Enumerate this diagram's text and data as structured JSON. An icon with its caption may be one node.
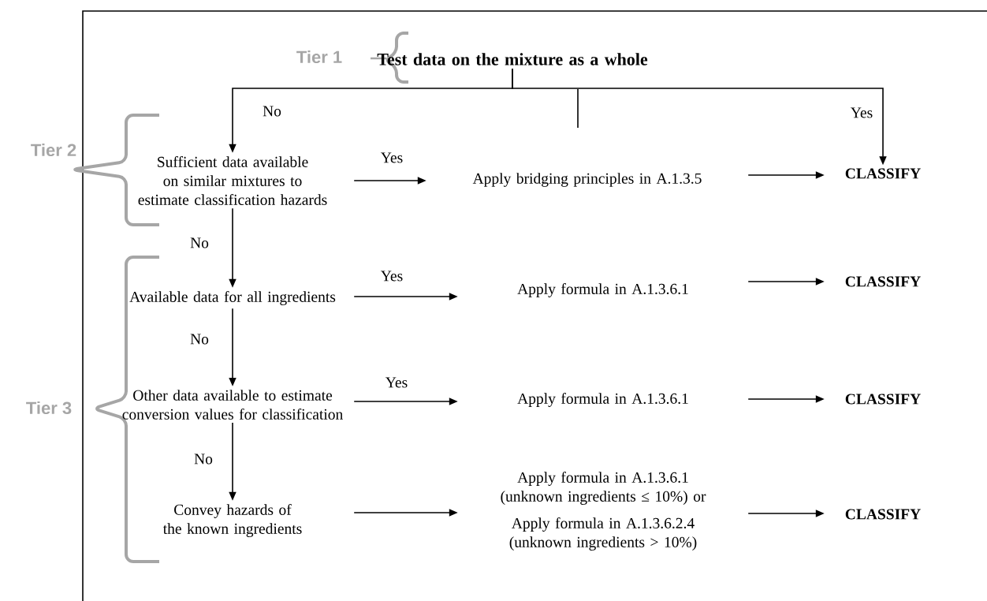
{
  "diagram": {
    "nodes": [
      {
        "text": [
          "Test data on the mixture as a whole"
        ]
      },
      {
        "text": [
          "Sufficient data available on similar mixtures to estimate classification hazards"
        ]
      },
      {
        "text": [
          "Apply bridging principles in A.1.3.5"
        ]
      },
      {
        "text": [
          "CLASSIFY"
        ]
      },
      {
        "text": [
          "Available data for all ingredients"
        ]
      },
      {
        "text": [
          "Apply formula in A.1.3.6.1"
        ]
      },
      {
        "text": [
          "CLASSIFY"
        ]
      },
      {
        "text": [
          "Other data available to estimate conversion values for classification"
        ]
      },
      {
        "text": [
          "Apply formula in A.1.3.6.1"
        ]
      },
      {
        "text": [
          "CLASSIFY"
        ]
      },
      {
        "text": [
          "Convey hazards of the known ingredients"
        ]
      },
      {
        "text": [
          "Apply formula in A.1.3.6.1 (unknown ingredients ≤ 10%) or",
          "Apply formula in A.1.3.6.2.4 (unknown ingredients > 10%)"
        ]
      },
      {
        "text": [
          "CLASSIFY"
        ]
      }
    ],
    "edges": [
      {
        "from": 0,
        "to": 1,
        "arrow": "to",
        "label": "No"
      },
      {
        "from": 0,
        "to": 3,
        "arrow": "to",
        "label": "Yes"
      },
      {
        "from": 1,
        "to": 2,
        "arrow": "to",
        "label": "Yes"
      },
      {
        "from": 2,
        "to": 3,
        "arrow": "to"
      },
      {
        "from": 1,
        "to": 4,
        "arrow": "to",
        "label": "No"
      },
      {
        "from": 4,
        "to": 5,
        "arrow": "to",
        "label": "Yes"
      },
      {
        "from": 5,
        "to": 6,
        "arrow": "to"
      },
      {
        "from": 4,
        "to": 7,
        "arrow": "to",
        "label": "No"
      },
      {
        "from": 7,
        "to": 8,
        "arrow": "to",
        "label": "Yes"
      },
      {
        "from": 8,
        "to": 9,
        "arrow": "to"
      },
      {
        "from": 7,
        "to": 10,
        "arrow": "to",
        "label": "No"
      },
      {
        "from": 10,
        "to": 11,
        "arrow": "to"
      },
      {
        "from": 11,
        "to": 12,
        "arrow": "to"
      }
    ],
    "labels": [
      "Tier 1",
      "Tier 2",
      "Tier 3"
    ]
  }
}
